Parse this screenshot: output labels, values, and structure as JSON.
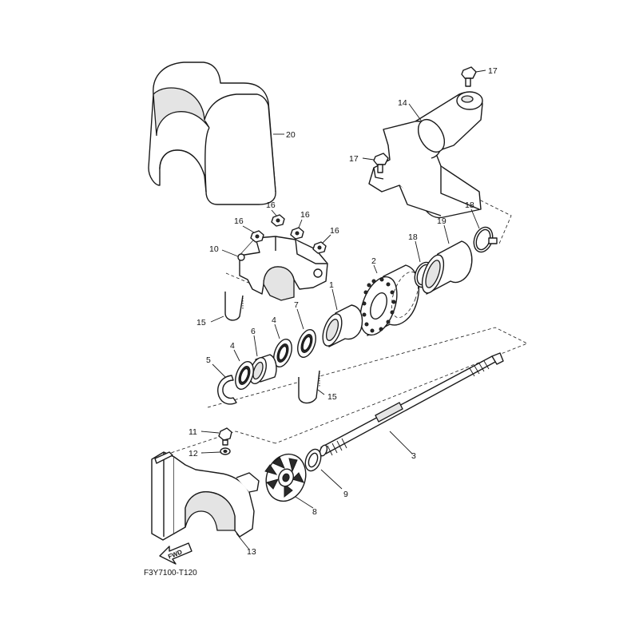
{
  "diagram": {
    "figure_code": "F3Y7100-T120",
    "direction_label": "FWD",
    "callouts": {
      "c1": "1",
      "c2": "2",
      "c3": "3",
      "c4a": "4",
      "c4b": "4",
      "c5": "5",
      "c6": "6",
      "c7": "7",
      "c8": "8",
      "c9": "9",
      "c10": "10",
      "c11": "11",
      "c12": "12",
      "c13": "13",
      "c14": "14",
      "c15a": "15",
      "c15b": "15",
      "c16a": "16",
      "c16b": "16",
      "c16c": "16",
      "c16d": "16",
      "c17a": "17",
      "c17b": "17",
      "c18a": "18",
      "c18b": "18",
      "c19": "19",
      "c20": "20"
    }
  }
}
